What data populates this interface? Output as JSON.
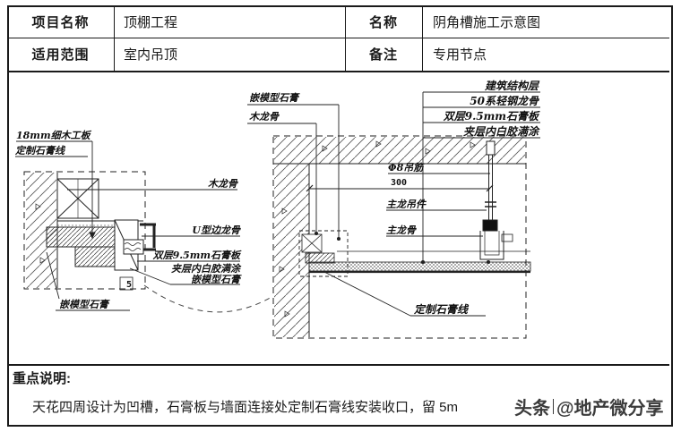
{
  "table": {
    "rows": [
      {
        "c1": "项目名称",
        "c2": "顶棚工程",
        "c3": "名称",
        "c4": "阴角槽施工示意图"
      },
      {
        "c1": "适用范围",
        "c2": "室内吊顶",
        "c3": "备注",
        "c4": "专用节点"
      }
    ]
  },
  "diagram": {
    "detail": {
      "plywood_18mm": "18mm细木工板",
      "custom_gypsum_line": "定制石膏线",
      "wood_keel": "木龙骨",
      "u_edge_keel": "U型边龙骨",
      "double_gypsum_board": "双层9.5mm石膏板",
      "white_glue": "夹层内白胶满涂",
      "molded_gypsum": "嵌模型石膏",
      "molded_gypsum_2": "嵌模型石膏",
      "detail_ref": "5"
    },
    "main": {
      "molded_gypsum": "嵌模型石膏",
      "wood_keel": "木龙骨",
      "structure_layer": "建筑结构层",
      "steel_keel_50": "50系轻钢龙骨",
      "double_gypsum_board": "双层9.5mm石膏板",
      "white_glue": "夹层内白胶满涂",
      "hanger_rod": "Φ8吊筋",
      "dim_300": "300",
      "main_keel_hanger": "主龙吊件",
      "main_keel": "主龙骨",
      "custom_gypsum_line": "定制石膏线"
    }
  },
  "notes": {
    "heading": "重点说明:",
    "body": "天花四周设计为凹槽，石膏板与墙面连接处定制石膏线安装收口，留 5m"
  },
  "watermark": {
    "prefix": "头条",
    "handle": "@地产微分享",
    "color": "#3b3b3b"
  }
}
